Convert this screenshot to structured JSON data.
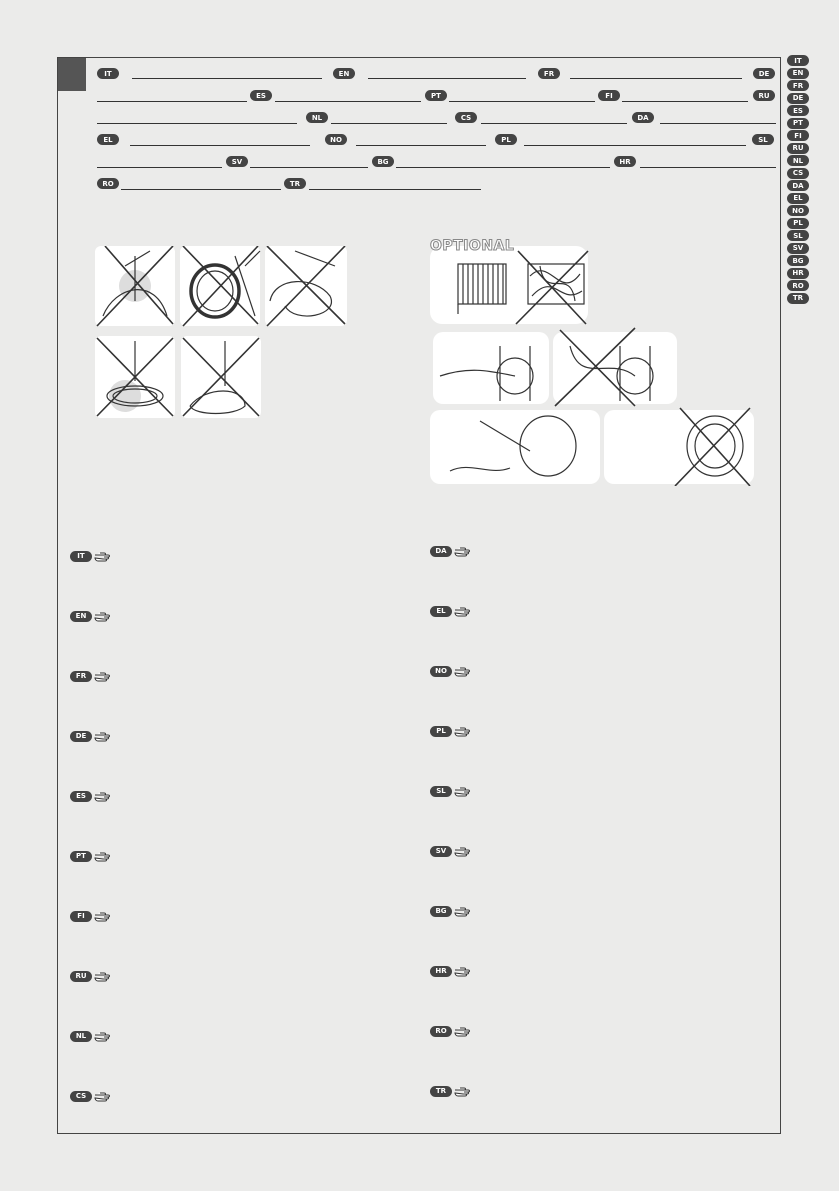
{
  "languages_header": [
    "IT",
    "EN",
    "FR",
    "DE",
    "ES",
    "PT",
    "FI",
    "RU",
    "NL",
    "CS",
    "DA",
    "EL",
    "NO",
    "PL",
    "SL",
    "SV",
    "BG",
    "HR",
    "RO",
    "TR"
  ],
  "side_tabs": [
    "IT",
    "EN",
    "FR",
    "DE",
    "ES",
    "PT",
    "FI",
    "RU",
    "NL",
    "CS",
    "DA",
    "EL",
    "NO",
    "PL",
    "SL",
    "SV",
    "BG",
    "HR",
    "RO",
    "TR"
  ],
  "figure": {
    "optional_label": "OPTIONAL"
  },
  "left_column": [
    "IT",
    "EN",
    "FR",
    "DE",
    "ES",
    "PT",
    "FI",
    "RU",
    "NL",
    "CS"
  ],
  "right_column": [
    "DA",
    "EL",
    "NO",
    "PL",
    "SL",
    "SV",
    "BG",
    "HR",
    "RO",
    "TR"
  ]
}
